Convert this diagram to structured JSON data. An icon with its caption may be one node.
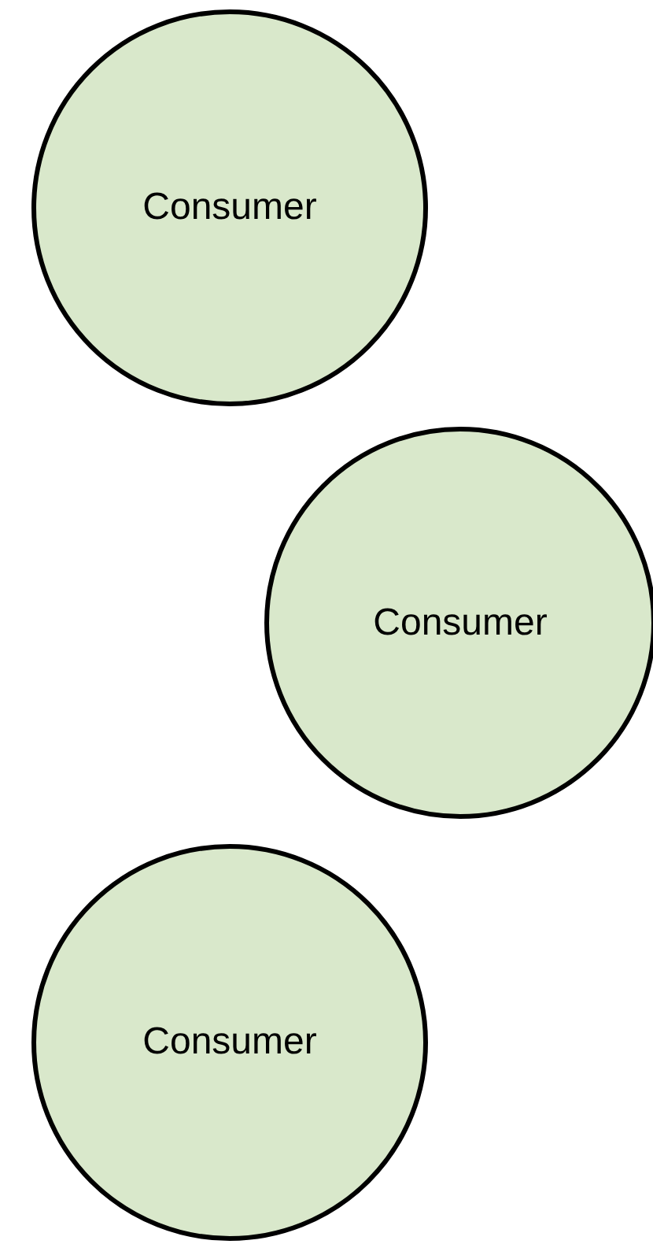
{
  "diagram": {
    "nodes": [
      {
        "text": [
          "Consumer"
        ]
      },
      {
        "text": [
          "Consumer"
        ]
      },
      {
        "text": [
          "Consumer"
        ]
      }
    ]
  }
}
